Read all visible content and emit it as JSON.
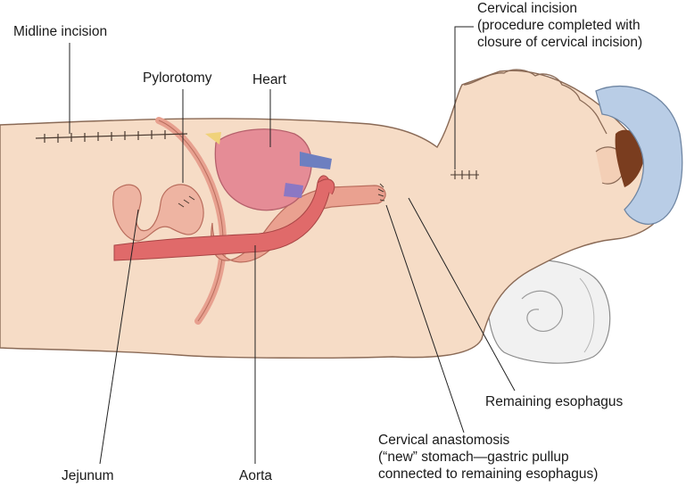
{
  "labels": {
    "midline_incision": "Midline incision",
    "pylorotomy": "Pylorotomy",
    "heart": "Heart",
    "cervical_incision": {
      "line1": "Cervical incision",
      "line2": "(procedure completed with",
      "line3": "closure of cervical incision)"
    },
    "remaining_esophagus": "Remaining esophagus",
    "cervical_anastomosis": {
      "line1": "Cervical anastomosis",
      "line2": "(“new” stomach—gastric pullup",
      "line3": "connected to remaining esophagus)"
    },
    "jejunum": "Jejunum",
    "aorta": "Aorta"
  },
  "colors": {
    "skin": "#f6dcc6",
    "skin_outline": "#8a6a56",
    "stomach": "#e7a08f",
    "heart": "#e58c96",
    "aorta": "#e06a6a",
    "jejunum": "#eeb4a2",
    "cap": "#b9cde6",
    "hair": "#7a3d1f",
    "pillow": "#f1f1f1"
  }
}
